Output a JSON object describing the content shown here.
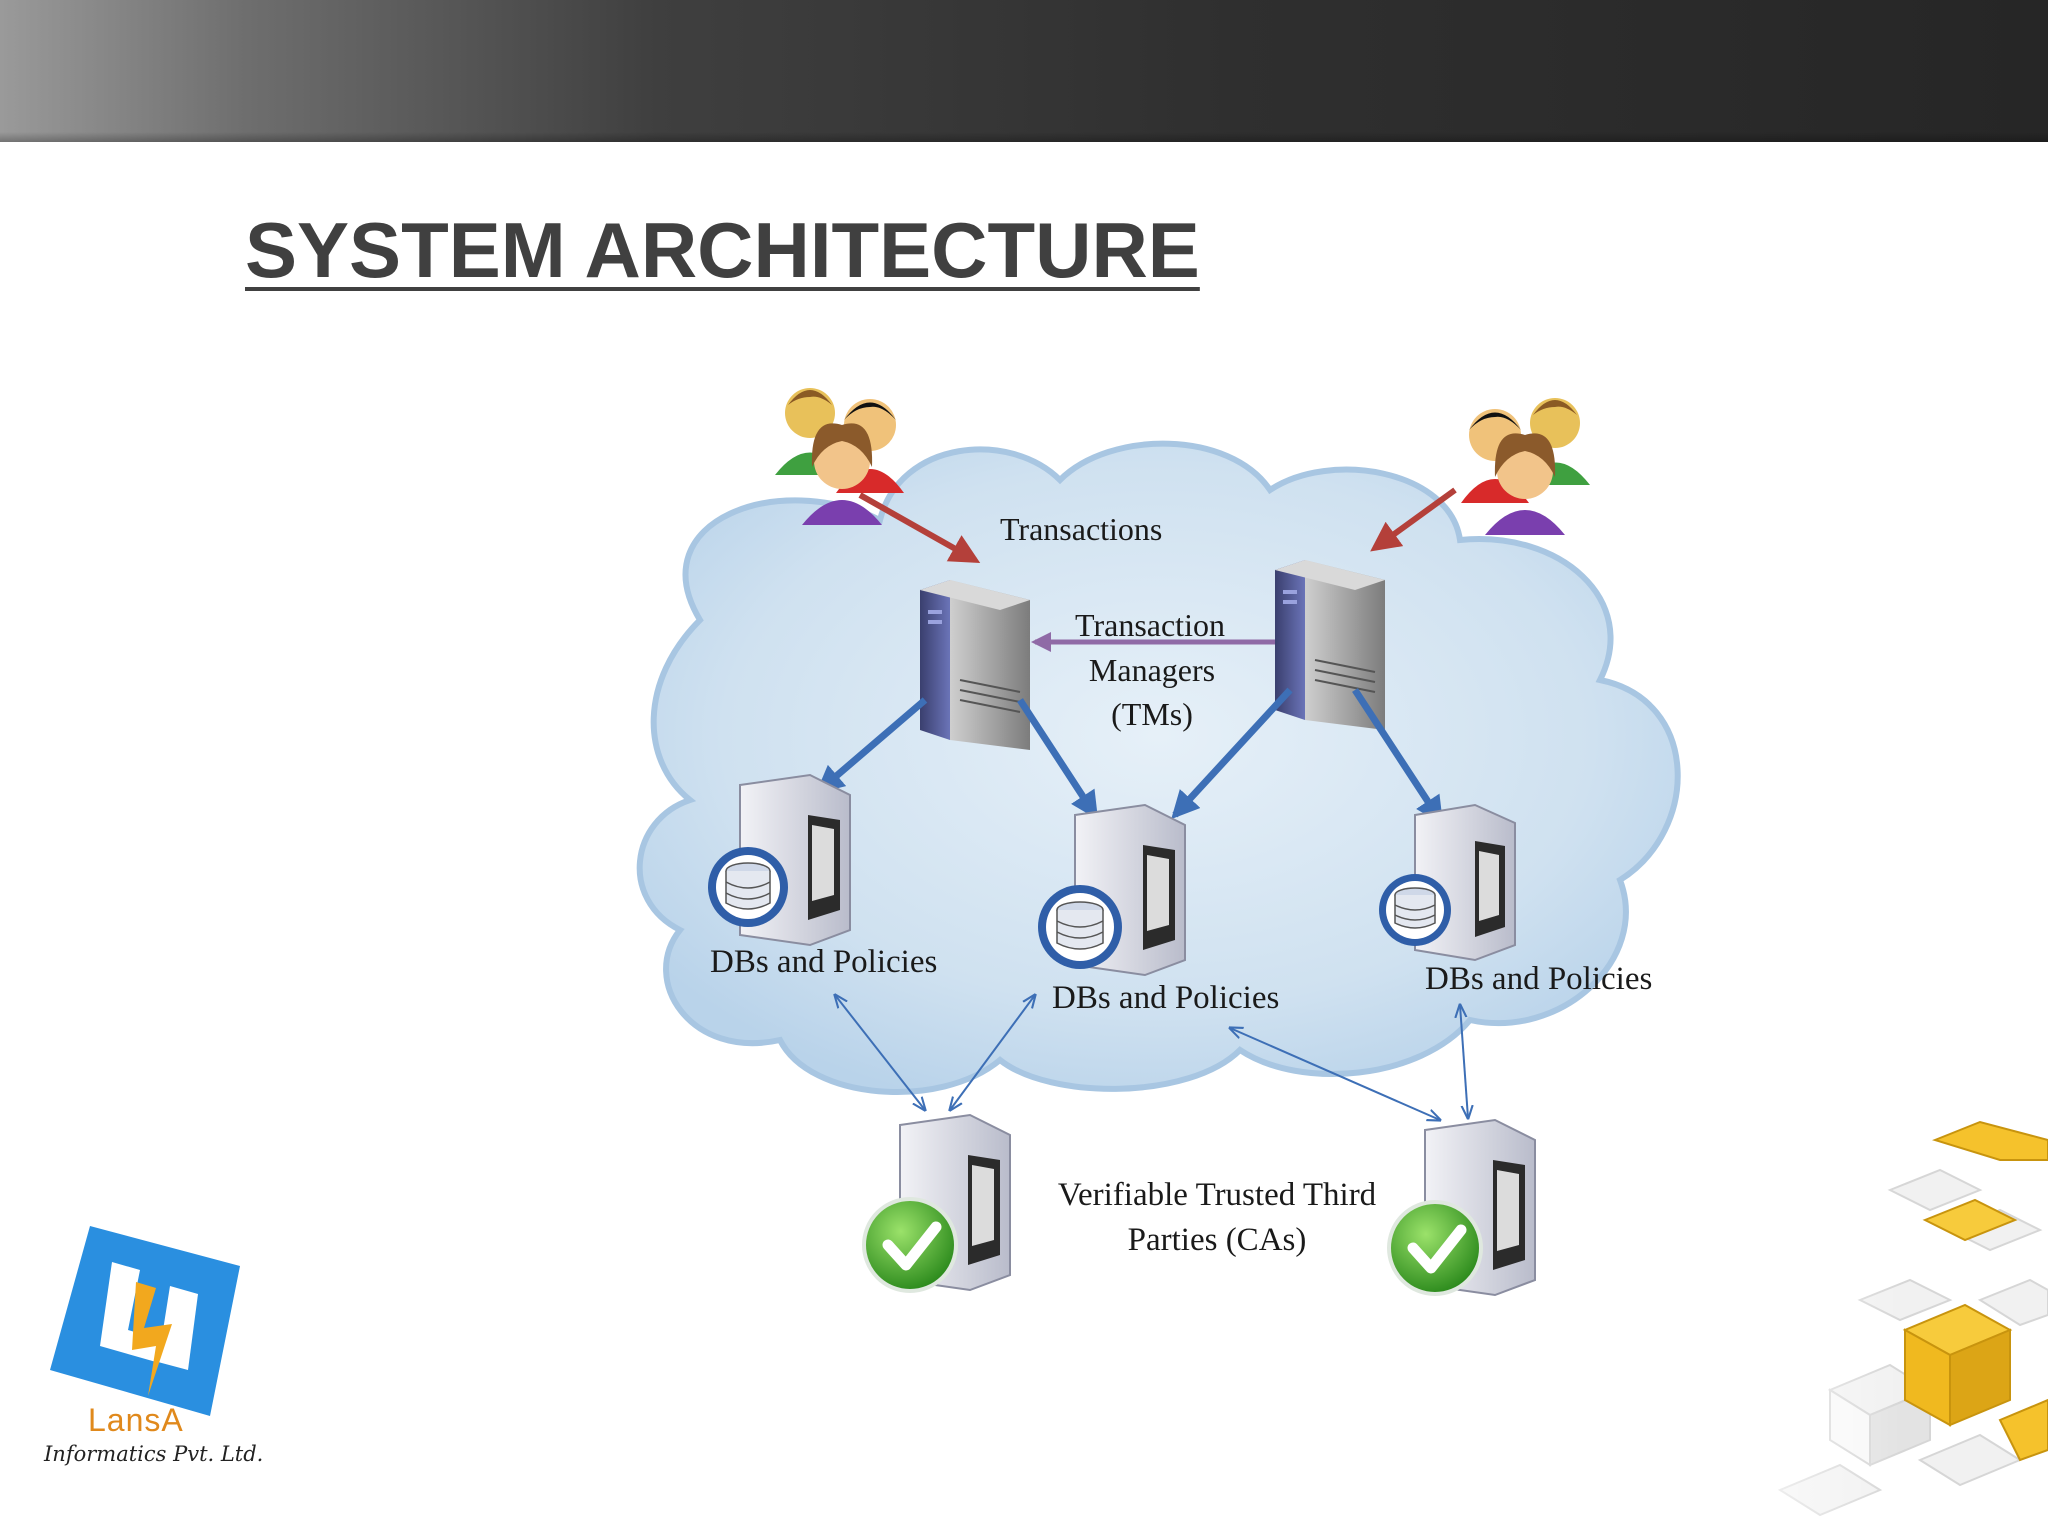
{
  "slide": {
    "title": "SYSTEM ARCHITECTURE"
  },
  "diagram": {
    "labels": {
      "transactions": "Transactions",
      "tm_line1": "Transaction",
      "tm_line2": "Managers",
      "tm_line3": "(TMs)",
      "db_left": "DBs and Policies",
      "db_center": "DBs and Policies",
      "db_right": "DBs and Policies",
      "ttp_line1": "Verifiable Trusted Third",
      "ttp_line2": "Parties (CAs)"
    },
    "icons": [
      "user-group-icon",
      "tower-server-icon",
      "database-server-icon",
      "verified-server-icon",
      "checkmark-icon"
    ]
  },
  "logo": {
    "name": "LansA",
    "subtitle": "Informatics Pvt. Ltd."
  },
  "colors": {
    "title": "#404040",
    "cloud": "#c9dff0",
    "arrow_red": "#b4403a",
    "arrow_blue": "#3d6fb6",
    "logo_blue": "#2a8fe0",
    "logo_orange": "#e0891c"
  }
}
